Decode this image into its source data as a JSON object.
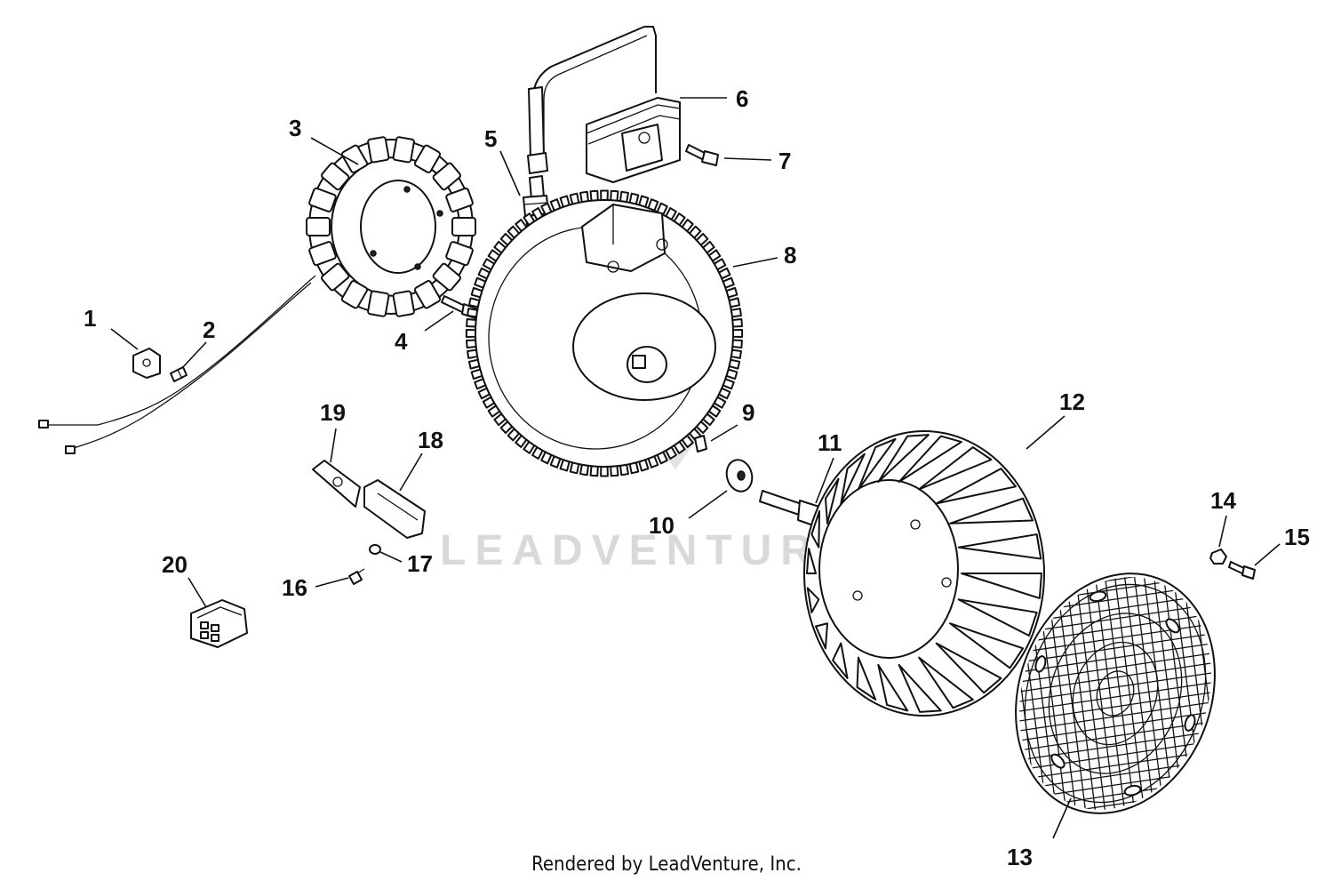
{
  "watermark": "LEADVENTURE",
  "credit": "Rendered by LeadVenture, Inc.",
  "callouts": [
    "1",
    "2",
    "3",
    "4",
    "5",
    "6",
    "7",
    "8",
    "9",
    "10",
    "11",
    "12",
    "13",
    "14",
    "15",
    "16",
    "17",
    "18",
    "19",
    "20"
  ]
}
